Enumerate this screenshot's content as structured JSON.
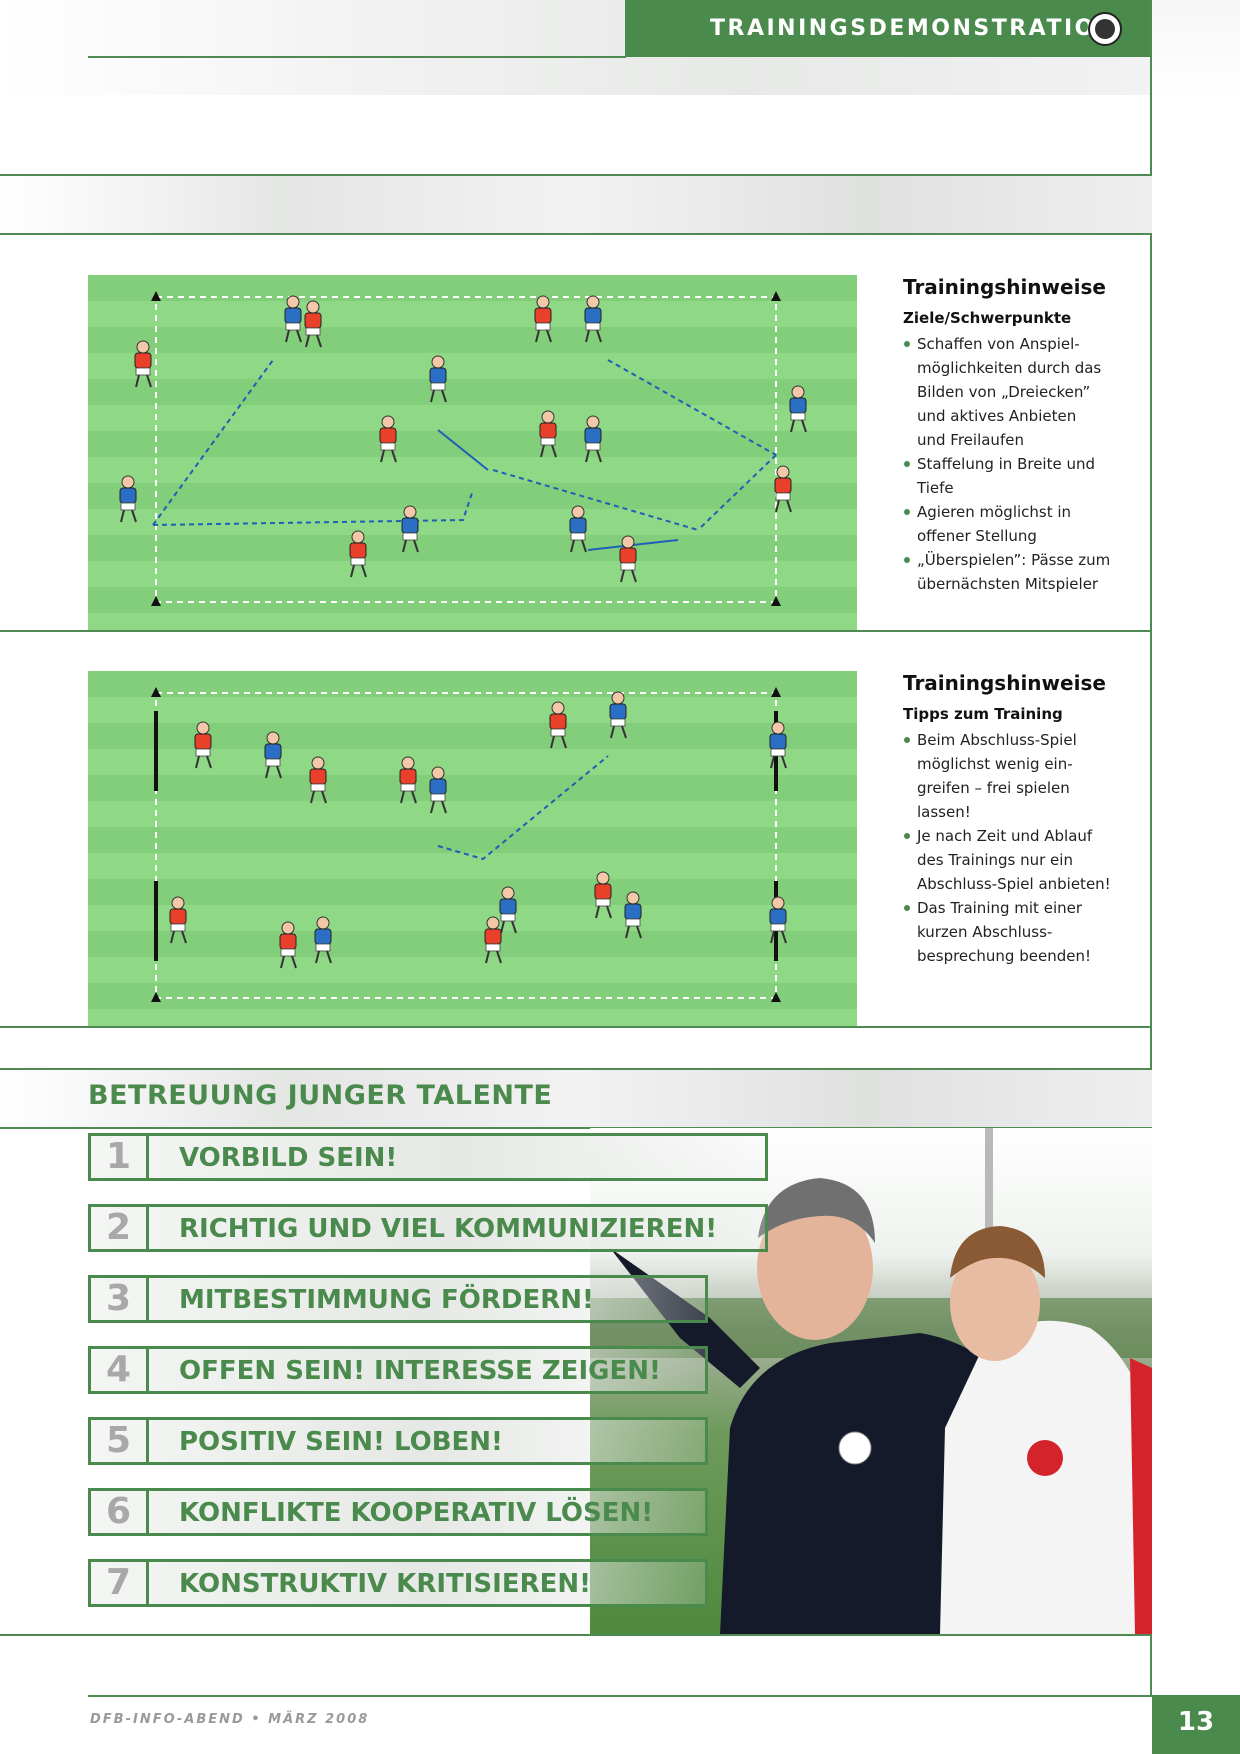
{
  "header": {
    "title": "TRAININGSDEMONSTRATION",
    "logo_icon": "dfb-logo-icon"
  },
  "block1": {
    "heading": "Trainingshinweise",
    "subheading": "Ziele/Schwerpunkte",
    "items": [
      "Schaffen von Anspiel-\nmöglichkeiten durch das\nBilden von „Dreiecken”\nund aktives Anbieten\nund Freilaufen",
      "Staffelung in Breite und\nTiefe",
      "Agieren möglichst in\noffener Stellung",
      "„Überspielen”: Pässe zum\nübernächsten Mitspieler"
    ]
  },
  "block2": {
    "heading": "Trainingshinweise",
    "subheading": "Tipps zum Training",
    "items": [
      "Beim Abschluss-Spiel\nmöglichst wenig ein-\ngreifen – frei spielen\nlassen!",
      "Je nach Zeit und Ablauf\ndes Trainings nur ein\nAbschluss-Spiel anbieten!",
      "Das Training mit einer\nkurzen Abschluss-\nbesprechung beenden!"
    ]
  },
  "talents": {
    "title": "BETREUUNG JUNGER TALENTE",
    "tips": [
      {
        "num": "1",
        "text": "VORBILD SEIN!"
      },
      {
        "num": "2",
        "text": "RICHTIG UND VIEL KOMMUNIZIEREN!"
      },
      {
        "num": "3",
        "text": "MITBESTIMMUNG FÖRDERN!"
      },
      {
        "num": "4",
        "text": "OFFEN SEIN! INTERESSE ZEIGEN!"
      },
      {
        "num": "5",
        "text": "POSITIV SEIN! LOBEN!"
      },
      {
        "num": "6",
        "text": "KONFLIKTE KOOPERATIV LÖSEN!"
      },
      {
        "num": "7",
        "text": "KONSTRUKTIV KRITISIEREN!"
      }
    ]
  },
  "footer": {
    "publication": "DFB-INFO-ABEND • MÄRZ 2008",
    "page_number": "13"
  },
  "colors": {
    "accent": "#4a8a4c",
    "red_team": "#e8402a",
    "blue_team": "#2a6fc4",
    "field_light": "#8fd886",
    "field_dark": "#83ce7a"
  }
}
